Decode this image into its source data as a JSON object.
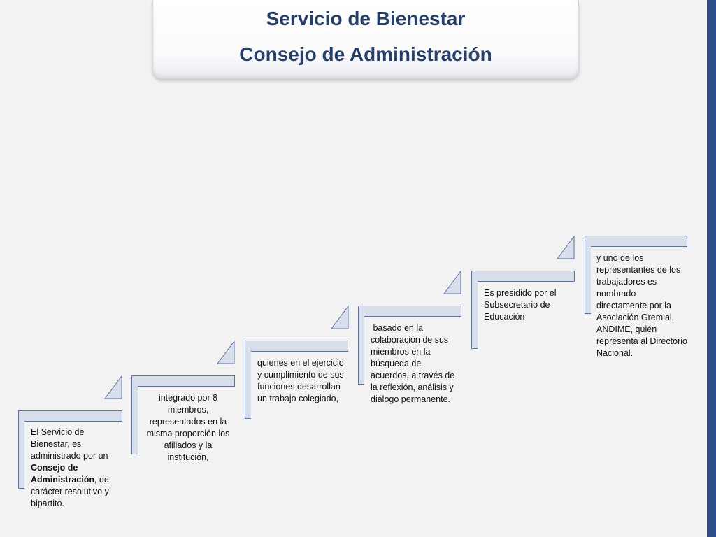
{
  "title": {
    "line1": "Servicio de Bienestar",
    "line2": "Consejo de Administración"
  },
  "steps": [
    {
      "pre": "El Servicio de Bienestar, es administrado por un ",
      "bold": "Consejo de Administración",
      "post": ", de carácter resolutivo y bipartito."
    },
    {
      "text": "integrado por 8 miembros, representados en la misma proporción los afiliados y la institución,"
    },
    {
      "text": "quienes en el ejercicio y cumplimiento de sus funciones desarrollan un trabajo colegiado,"
    },
    {
      "text": " basado en la colaboración de sus miembros en la búsqueda de acuerdos, a través de la reflexión, análisis y diálogo permanente."
    },
    {
      "text": "Es presidido por el Subsecretario de Educación"
    },
    {
      "text": "y uno de los representantes de los trabajadores es nombrado directamente por la Asociación Gremial, ANDIME, quién representa al Directorio Nacional."
    }
  ],
  "colors": {
    "title_text": "#243f6d",
    "bracket_fill": "#d9deeb",
    "bracket_border": "#5d739d",
    "accent_bar": "#2c4d85"
  }
}
